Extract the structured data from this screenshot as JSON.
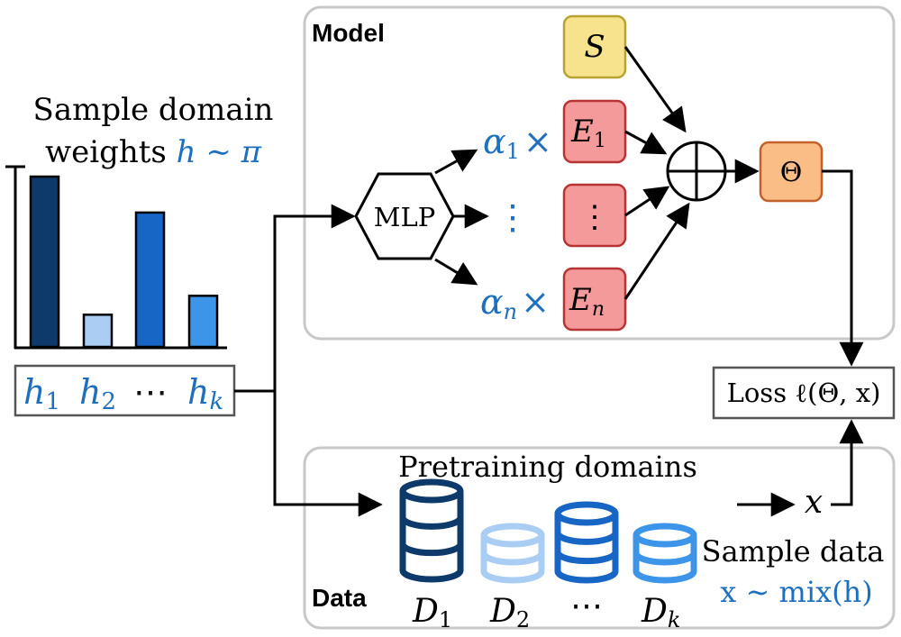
{
  "sample": {
    "title_line1": "Sample domain",
    "title_line2_prefix": "weights",
    "title_line2_math": "h ∼ π",
    "bars": [
      {
        "value": 0.9,
        "color": "#0d3a6b"
      },
      {
        "value": 0.17,
        "color": "#a9cdf3"
      },
      {
        "value": 0.71,
        "color": "#1765c4"
      },
      {
        "value": 0.27,
        "color": "#3d95ea"
      }
    ],
    "weights_box": {
      "h1": "h",
      "h1_sub": "1",
      "h2": "h",
      "h2_sub": "2",
      "dots": "⋯",
      "hk": "h",
      "hk_sub": "k"
    }
  },
  "model": {
    "label": "Model",
    "mlp_label": "MLP",
    "alpha1": "α",
    "alpha1_sub": "1",
    "alpha1_times": "×",
    "vdots": "⋮",
    "alphan": "α",
    "alphan_sub": "n",
    "alphan_times": "×",
    "S": "S",
    "E1": "E",
    "E1_sub": "1",
    "Edots": "⋮",
    "En": "E",
    "En_sub": "n",
    "theta": "Θ",
    "colors": {
      "S_fill": "#f7e28e",
      "S_stroke": "#b8a232",
      "E_fill": "#f49a9a",
      "E_stroke": "#b83434",
      "theta_fill": "#f9bd85",
      "theta_stroke": "#c4602a"
    }
  },
  "loss": {
    "label": "Loss ℓ(Θ, x)"
  },
  "data": {
    "label": "Data",
    "pretraining_title": "Pretraining domains",
    "x_label": "x",
    "sample_line1": "Sample data",
    "sample_line2": "x ∼ mix(h)",
    "domains": [
      {
        "name": "D",
        "sub": "1",
        "color": "#0d3a6b"
      },
      {
        "name": "D",
        "sub": "2",
        "color": "#a9cdf3"
      },
      {
        "name": "⋯",
        "sub": ""
      },
      {
        "name": "D",
        "sub": "k",
        "color": "#3d95ea"
      }
    ],
    "cyl3_color": "#1765c4"
  }
}
